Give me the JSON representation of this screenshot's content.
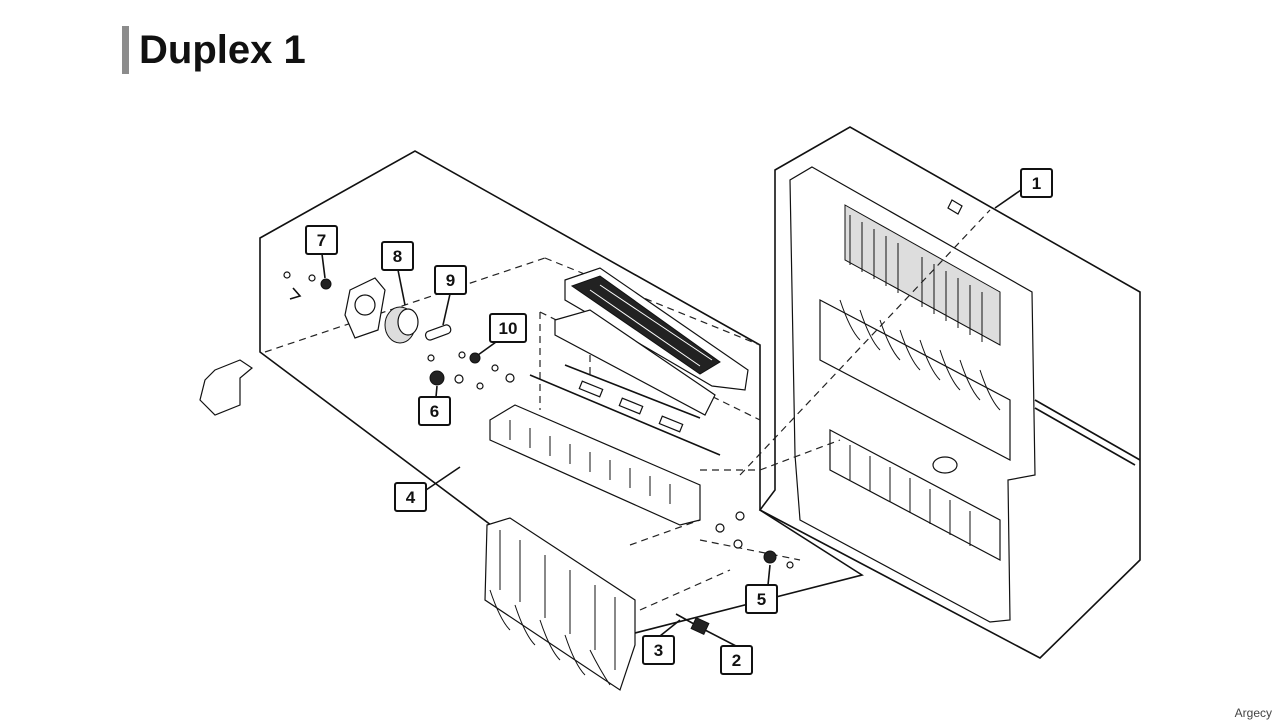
{
  "page": {
    "title": "Duplex 1",
    "watermark": "Argecy"
  },
  "callouts": [
    {
      "id": "1",
      "label": "1"
    },
    {
      "id": "2",
      "label": "2"
    },
    {
      "id": "3",
      "label": "3"
    },
    {
      "id": "4",
      "label": "4"
    },
    {
      "id": "5",
      "label": "5"
    },
    {
      "id": "6",
      "label": "6"
    },
    {
      "id": "7",
      "label": "7"
    },
    {
      "id": "8",
      "label": "8"
    },
    {
      "id": "9",
      "label": "9"
    },
    {
      "id": "10",
      "label": "10"
    }
  ],
  "colors": {
    "title_bar": "#8c8c8c",
    "ink": "#111111",
    "background": "#ffffff"
  }
}
